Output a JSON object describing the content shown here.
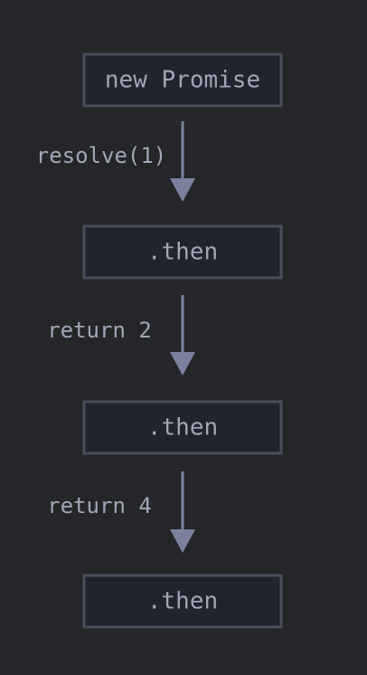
{
  "nodes": [
    {
      "id": "n1",
      "label": "new Promise"
    },
    {
      "id": "n2",
      "label": ".then"
    },
    {
      "id": "n3",
      "label": ".then"
    },
    {
      "id": "n4",
      "label": ".then"
    }
  ],
  "edges": [
    {
      "from": "n1",
      "to": "n2",
      "label": "resolve(1)"
    },
    {
      "from": "n2",
      "to": "n3",
      "label": "return 2"
    },
    {
      "from": "n3",
      "to": "n4",
      "label": "return 4"
    }
  ],
  "colors": {
    "background": "#252629",
    "node_fill": "#22242d",
    "node_border": "#4a4d5b",
    "text": "#a2a6b7",
    "arrow": "#7b819c"
  }
}
